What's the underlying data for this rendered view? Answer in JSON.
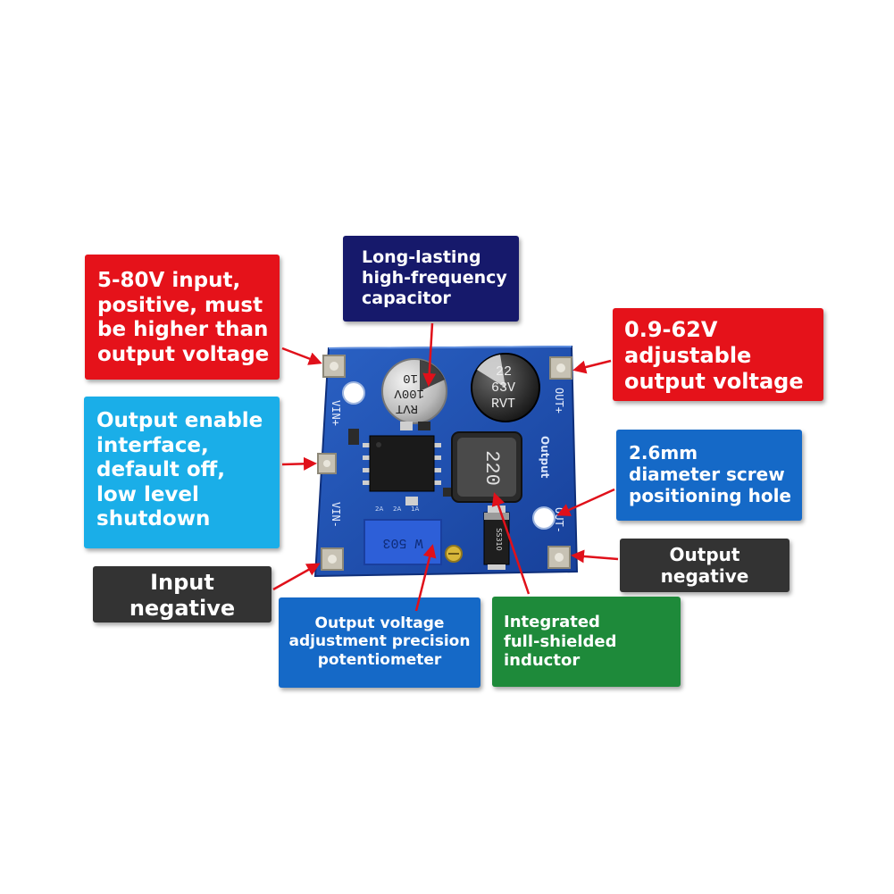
{
  "colors": {
    "red": "#e5121a",
    "navy": "#16196b",
    "cyan": "#1aaee8",
    "blue": "#1569c7",
    "dark": "#333333",
    "green": "#1e8a3a",
    "pcb": "#1d4fb0",
    "arrow": "#e0101a"
  },
  "callouts": {
    "input_positive": [
      "5-80V input,",
      "positive, must",
      "be higher than",
      "output voltage"
    ],
    "capacitor": [
      "Long-lasting",
      "high-frequency",
      "capacitor"
    ],
    "output_voltage": [
      "0.9-62V",
      "adjustable",
      "output voltage"
    ],
    "enable_interface": [
      "Output enable",
      "interface,",
      "default off,",
      "low level",
      "shutdown"
    ],
    "screw_hole": [
      "2.6mm",
      "diameter screw",
      "positioning hole"
    ],
    "input_negative": [
      "Input",
      "negative"
    ],
    "output_negative": [
      "Output",
      "negative"
    ],
    "potentiometer": [
      "Output voltage",
      "adjustment precision",
      "potentiometer"
    ],
    "inductor": [
      "Integrated",
      "full-shielded",
      "inductor"
    ]
  },
  "board": {
    "vin_plus": "VIN+",
    "vin_minus": "VIN-",
    "out_plus": "OUT+",
    "out_minus": "OUT-",
    "output_silk": "Output",
    "cap_left": [
      "10",
      "100V",
      "RVT"
    ],
    "cap_right": [
      "22",
      "63V",
      "RVT"
    ],
    "inductor_marking": "220",
    "pot_marking": "W 503",
    "diode_marking": "SS310",
    "smd_markings": [
      "2A",
      "2A",
      "1A"
    ]
  }
}
